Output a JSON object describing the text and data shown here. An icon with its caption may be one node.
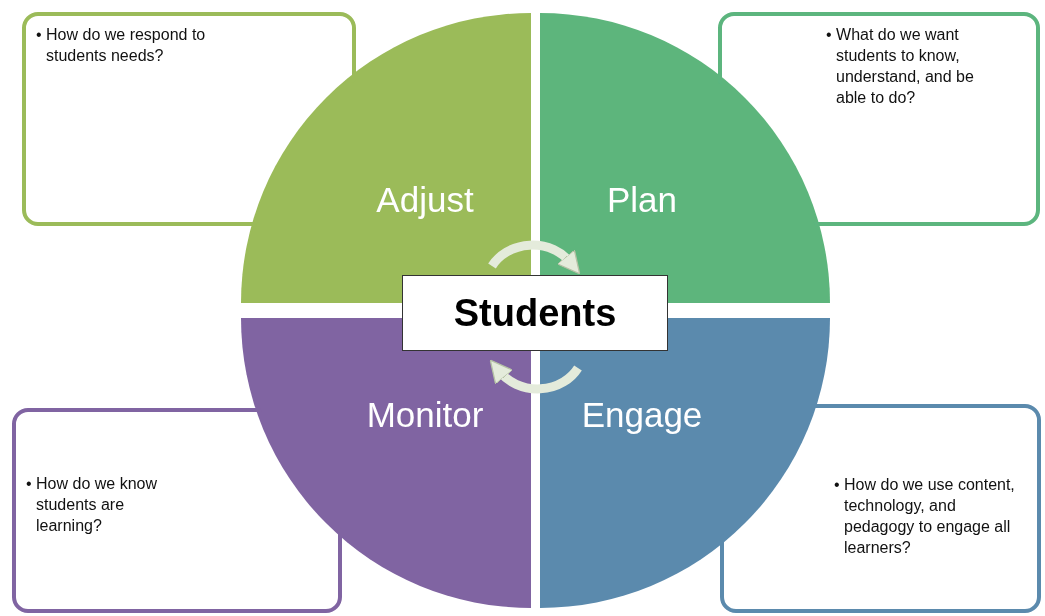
{
  "diagram": {
    "nodes": [
      {
        "text": [
          "• How do we respond to students needs?"
        ]
      },
      {
        "text": [
          "• What do we want students to know, understand, and be able to do?"
        ]
      },
      {
        "text": [
          "Adjust"
        ]
      },
      {
        "text": [
          "Plan"
        ]
      },
      {
        "text": [
          "Students"
        ]
      },
      {
        "text": [
          "Monitor"
        ]
      },
      {
        "text": [
          "Engage"
        ]
      },
      {
        "text": [
          "• How do we know students are learning?"
        ]
      },
      {
        "text": [
          "• How do we use content, technology, and pedagogy to engage all learners?"
        ]
      }
    ],
    "edges": [
      {
        "from": 2,
        "to": 3,
        "arrow": "to"
      },
      {
        "from": 6,
        "to": 5,
        "arrow": "to"
      }
    ]
  }
}
